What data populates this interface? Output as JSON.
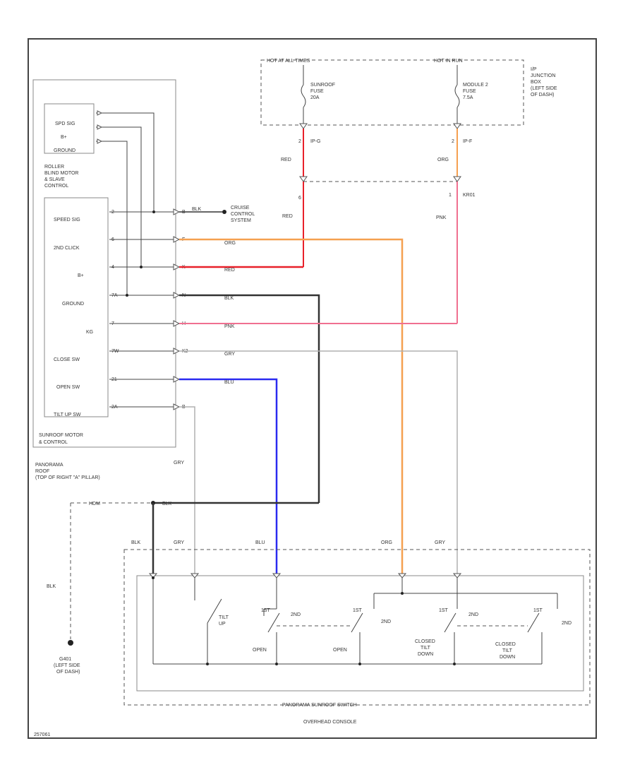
{
  "colors": {
    "ORG": "#f5a050",
    "RED": "#e8202a",
    "PNK": "#f07090",
    "BLK": "#333333",
    "BLU": "#2a2af0",
    "GRY": "#b0b0b0"
  },
  "labels": {
    "hot_at_all_times": "HOT AT ALL TIMES",
    "hot_in_run": "HOT IN RUN",
    "sunroof_fuse": [
      "SUNROOF",
      "FUSE",
      "20A"
    ],
    "module2_fuse": [
      "MODULE 2",
      "FUSE",
      "7.5A"
    ],
    "junction_box": [
      "I/P",
      "JUNCTION",
      "BOX",
      "(LEFT SIDE",
      "OF DASH)"
    ],
    "conn_left_top": "IP-G",
    "conn_right_top": "IP-F",
    "conn_left_pin_top": "2",
    "conn_right_pin_top": "2",
    "conn_right_mid": "KR01",
    "conn_left_pin_mid": "6",
    "conn_right_pin_mid": "1",
    "blind_motor_pins": [
      "SPD SIG",
      "B+",
      "GROUND"
    ],
    "blind_motor_name": [
      "ROLLER",
      "BLIND MOTOR",
      "& SLAVE",
      "CONTROL"
    ],
    "sunroof_motor_pins": [
      "SPEED SIG",
      "2ND CLICK",
      "B+",
      "GROUND",
      "KG",
      "CLOSE SW",
      "OPEN SW",
      "TILT UP SW"
    ],
    "sunroof_motor_name": [
      "SUNROOF MOTOR",
      "& CONTROL"
    ],
    "panorama_roof": [
      "PANORAMA",
      "ROOF",
      "(TOP OF RIGHT \"A\" PILLAR)"
    ],
    "cruise": [
      "CRUISE",
      "CONTROL",
      "SYSTEM"
    ],
    "left_pin_nums": [
      "2",
      "6",
      "4",
      "7A",
      "7",
      "7W",
      "21",
      "2A"
    ],
    "right_pin_nums": [
      "B",
      "F",
      "K",
      "N",
      "H",
      "K2",
      "",
      "B"
    ],
    "wire_BLK_cruise": "BLK",
    "wire_ORG": "ORG",
    "wire_RED": "RED",
    "wire_BLK": "BLK",
    "wire_PNK": "PNK",
    "wire_GRY": "GRY",
    "wire_BLU": "BLU",
    "wire_RED_v1": "RED",
    "wire_RED_v2": "RED",
    "wire_ORG_v": "ORG",
    "wire_PNK_v": "PNK",
    "wire_GRY_v": "GRY",
    "hdm_label": "HDM",
    "blk_junction": "BLK",
    "bottom_labels": [
      "BLK",
      "GRY",
      "BLU",
      "ORG",
      "GRY"
    ],
    "blk_left": "BLK",
    "ground": [
      "G401",
      "(LEFT SIDE",
      "OF DASH)"
    ],
    "sw_tilt_up": [
      "TILT",
      "UP"
    ],
    "sw_open1": "OPEN",
    "sw_open2": "OPEN",
    "sw_closed_tilt1": [
      "CLOSED",
      "TILT",
      "DOWN"
    ],
    "sw_closed_tilt2": [
      "CLOSED",
      "TILT",
      "DOWN"
    ],
    "sw_1st_1": "1ST",
    "sw_2nd_1": "2ND",
    "sw_1st_2": "1ST",
    "sw_2nd_2": "2ND",
    "sw_1st_3": "1ST",
    "sw_2nd_3": "2ND",
    "sw_1st_4": "1ST",
    "sw_2nd_4": "2ND",
    "panorama_switch": "PANORAMA SUNROOF SWITCH",
    "overhead_console": "OVERHEAD CONSOLE",
    "figure_id": "257061"
  }
}
